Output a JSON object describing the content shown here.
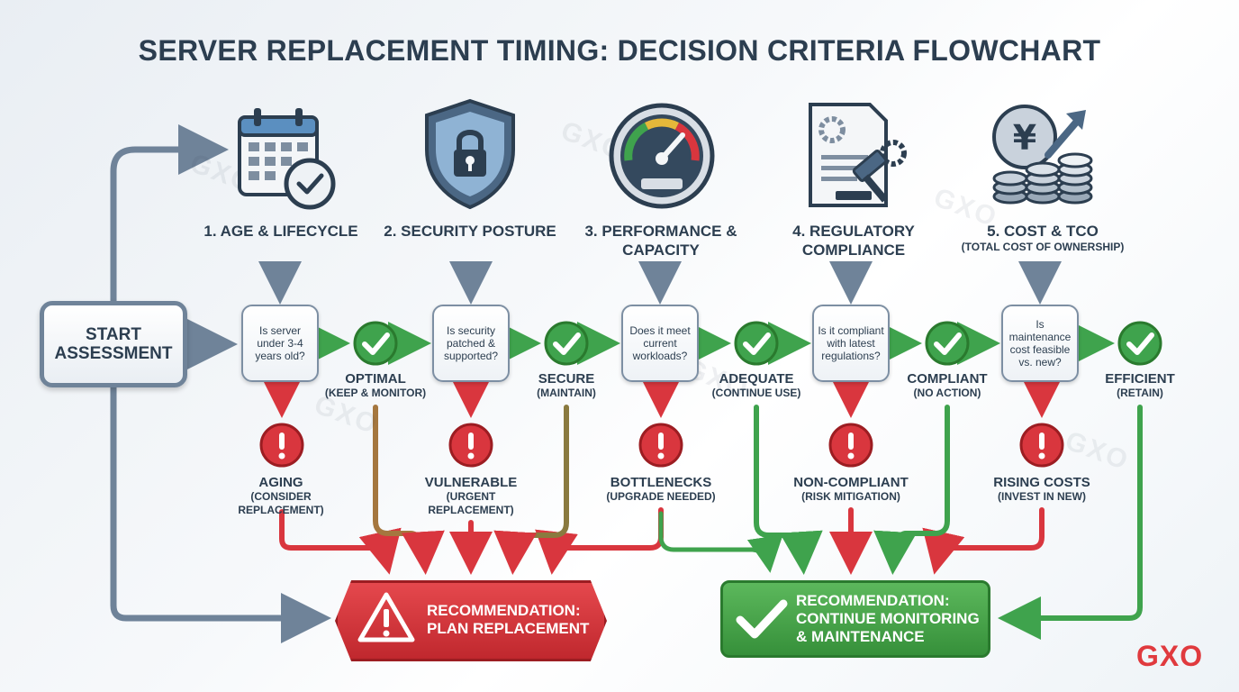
{
  "title": "SERVER REPLACEMENT TIMING: DECISION CRITERIA FLOWCHART",
  "start": "START ASSESSMENT",
  "criteria": [
    {
      "label": "1. AGE & LIFECYCLE",
      "sub": "",
      "icon": "calendar-clock-icon",
      "question": "Is server under 3-4 years old?",
      "yes": {
        "title": "OPTIMAL",
        "sub": "(KEEP & MONITOR)"
      },
      "no": {
        "title": "AGING",
        "sub": "(CONSIDER REPLACEMENT)"
      }
    },
    {
      "label": "2. SECURITY POSTURE",
      "sub": "",
      "icon": "shield-lock-icon",
      "question": "Is security patched & supported?",
      "yes": {
        "title": "SECURE",
        "sub": "(MAINTAIN)"
      },
      "no": {
        "title": "VULNERABLE",
        "sub": "(URGENT REPLACEMENT)"
      }
    },
    {
      "label": "3. PERFORMANCE & CAPACITY",
      "sub": "",
      "icon": "speedometer-icon",
      "question": "Does it meet current workloads?",
      "yes": {
        "title": "ADEQUATE",
        "sub": "(CONTINUE USE)"
      },
      "no": {
        "title": "BOTTLENECKS",
        "sub": "(UPGRADE NEEDED)"
      }
    },
    {
      "label": "4. REGULATORY COMPLIANCE",
      "sub": "",
      "icon": "document-gavel-icon",
      "question": "Is it compliant with latest regulations?",
      "yes": {
        "title": "COMPLIANT",
        "sub": "(NO ACTION)"
      },
      "no": {
        "title": "NON-COMPLIANT",
        "sub": "(RISK MITIGATION)"
      }
    },
    {
      "label": "5. COST & TCO",
      "sub": "(TOTAL COST OF OWNERSHIP)",
      "icon": "coins-growth-icon",
      "question": "Is maintenance cost feasible vs. new?",
      "yes": {
        "title": "EFFICIENT",
        "sub": "(RETAIN)"
      },
      "no": {
        "title": "RISING COSTS",
        "sub": "(INVEST IN NEW)"
      }
    }
  ],
  "rec_replace": {
    "line1": "RECOMMENDATION:",
    "line2": "PLAN REPLACEMENT"
  },
  "rec_continue": {
    "line1": "RECOMMENDATION:",
    "line2": "CONTINUE MONITORING",
    "line3": "& MAINTENANCE"
  },
  "logo": "GXO",
  "watermark": "GXO",
  "colors": {
    "yes": "#3fa34d",
    "no": "#d9363e",
    "neutral": "#6f8399",
    "text": "#2c3e50"
  }
}
